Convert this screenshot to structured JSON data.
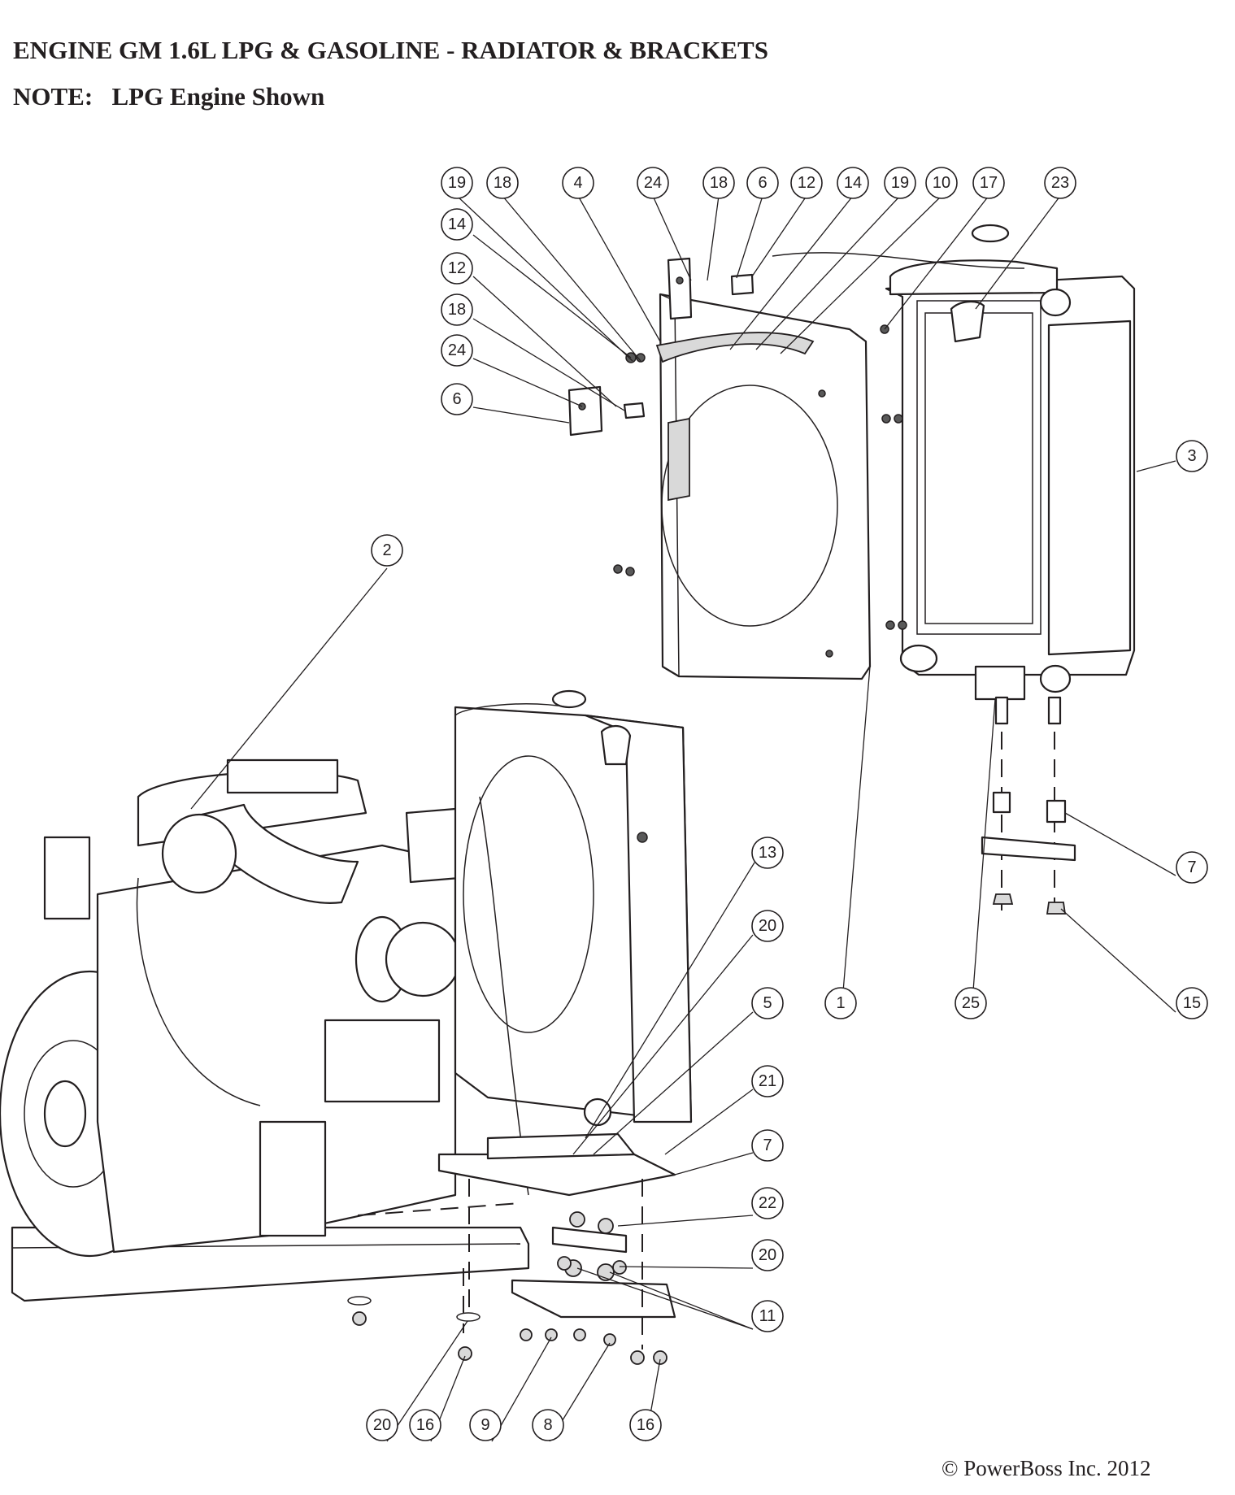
{
  "title": "ENGINE GM 1.6L LPG & GASOLINE - RADIATOR & BRACKETS",
  "note_label": "NOTE:",
  "note_text": "LPG Engine Shown",
  "copyright": "© PowerBoss Inc. 2012",
  "callouts": [
    {
      "id": "c-19-top",
      "label": "19"
    },
    {
      "id": "c-18-top",
      "label": "18"
    },
    {
      "id": "c-4",
      "label": "4"
    },
    {
      "id": "c-24-top",
      "label": "24"
    },
    {
      "id": "c-18-top2",
      "label": "18"
    },
    {
      "id": "c-6-top",
      "label": "6"
    },
    {
      "id": "c-12-top",
      "label": "12"
    },
    {
      "id": "c-14-top",
      "label": "14"
    },
    {
      "id": "c-19-top2",
      "label": "19"
    },
    {
      "id": "c-10",
      "label": "10"
    },
    {
      "id": "c-17",
      "label": "17"
    },
    {
      "id": "c-23",
      "label": "23"
    },
    {
      "id": "c-14-left",
      "label": "14"
    },
    {
      "id": "c-12-left",
      "label": "12"
    },
    {
      "id": "c-18-left",
      "label": "18"
    },
    {
      "id": "c-24-left",
      "label": "24"
    },
    {
      "id": "c-6-left",
      "label": "6"
    },
    {
      "id": "c-3",
      "label": "3"
    },
    {
      "id": "c-2",
      "label": "2"
    },
    {
      "id": "c-7-right",
      "label": "7"
    },
    {
      "id": "c-13",
      "label": "13"
    },
    {
      "id": "c-20-a",
      "label": "20"
    },
    {
      "id": "c-5",
      "label": "5"
    },
    {
      "id": "c-1",
      "label": "1"
    },
    {
      "id": "c-25",
      "label": "25"
    },
    {
      "id": "c-15",
      "label": "15"
    },
    {
      "id": "c-21",
      "label": "21"
    },
    {
      "id": "c-7-lower",
      "label": "7"
    },
    {
      "id": "c-22",
      "label": "22"
    },
    {
      "id": "c-20-b",
      "label": "20"
    },
    {
      "id": "c-11",
      "label": "11"
    },
    {
      "id": "c-20-bottom",
      "label": "20"
    },
    {
      "id": "c-16-a",
      "label": "16"
    },
    {
      "id": "c-9",
      "label": "9"
    },
    {
      "id": "c-8",
      "label": "8"
    },
    {
      "id": "c-16-b",
      "label": "16"
    }
  ]
}
